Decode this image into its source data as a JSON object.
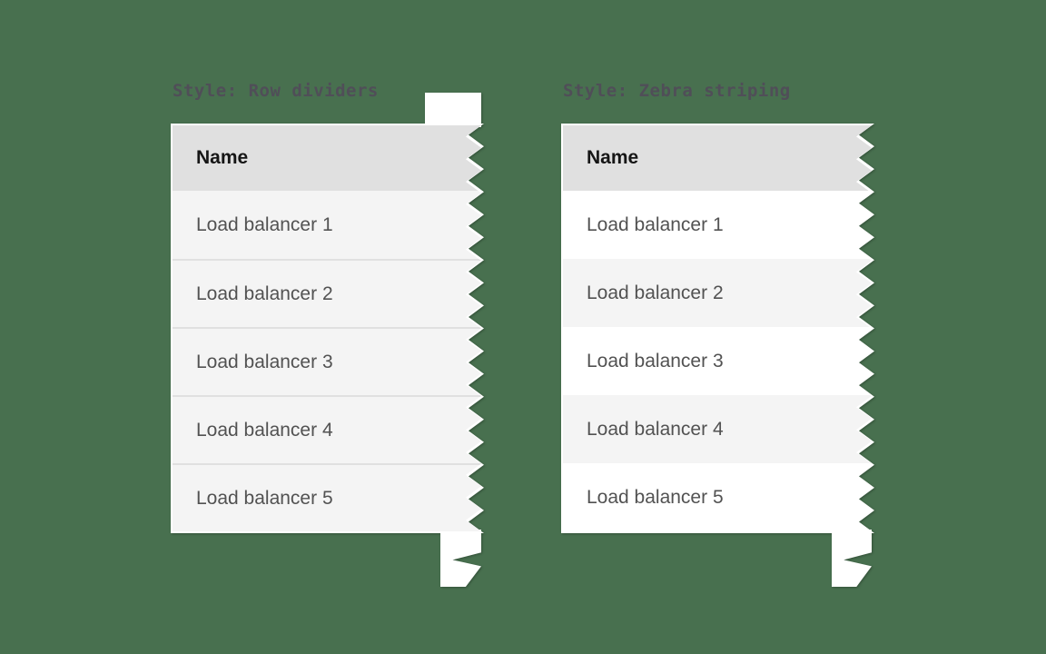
{
  "canvas": {
    "background": "#48704F"
  },
  "colors": {
    "canvas_bg": "#48704F",
    "label_text": "#504E58",
    "header_bg": "#E0E0E0",
    "header_text": "#161616",
    "row_bg": "#F4F4F4",
    "zebra_alt_bg": "#FFFFFF",
    "divider": "#E0E0E0",
    "body_text": "#525252",
    "tear_edge": "#FFFFFF"
  },
  "panels": [
    {
      "title": "Style: Row dividers",
      "style": "row-dividers",
      "table": {
        "header": "Name",
        "rows": [
          "Load balancer 1",
          "Load balancer 2",
          "Load balancer 3",
          "Load balancer 4",
          "Load balancer 5"
        ]
      }
    },
    {
      "title": "Style: Zebra striping",
      "style": "zebra-striping",
      "table": {
        "header": "Name",
        "rows": [
          "Load balancer 1",
          "Load balancer 2",
          "Load balancer 3",
          "Load balancer 4",
          "Load balancer 5"
        ]
      }
    }
  ]
}
